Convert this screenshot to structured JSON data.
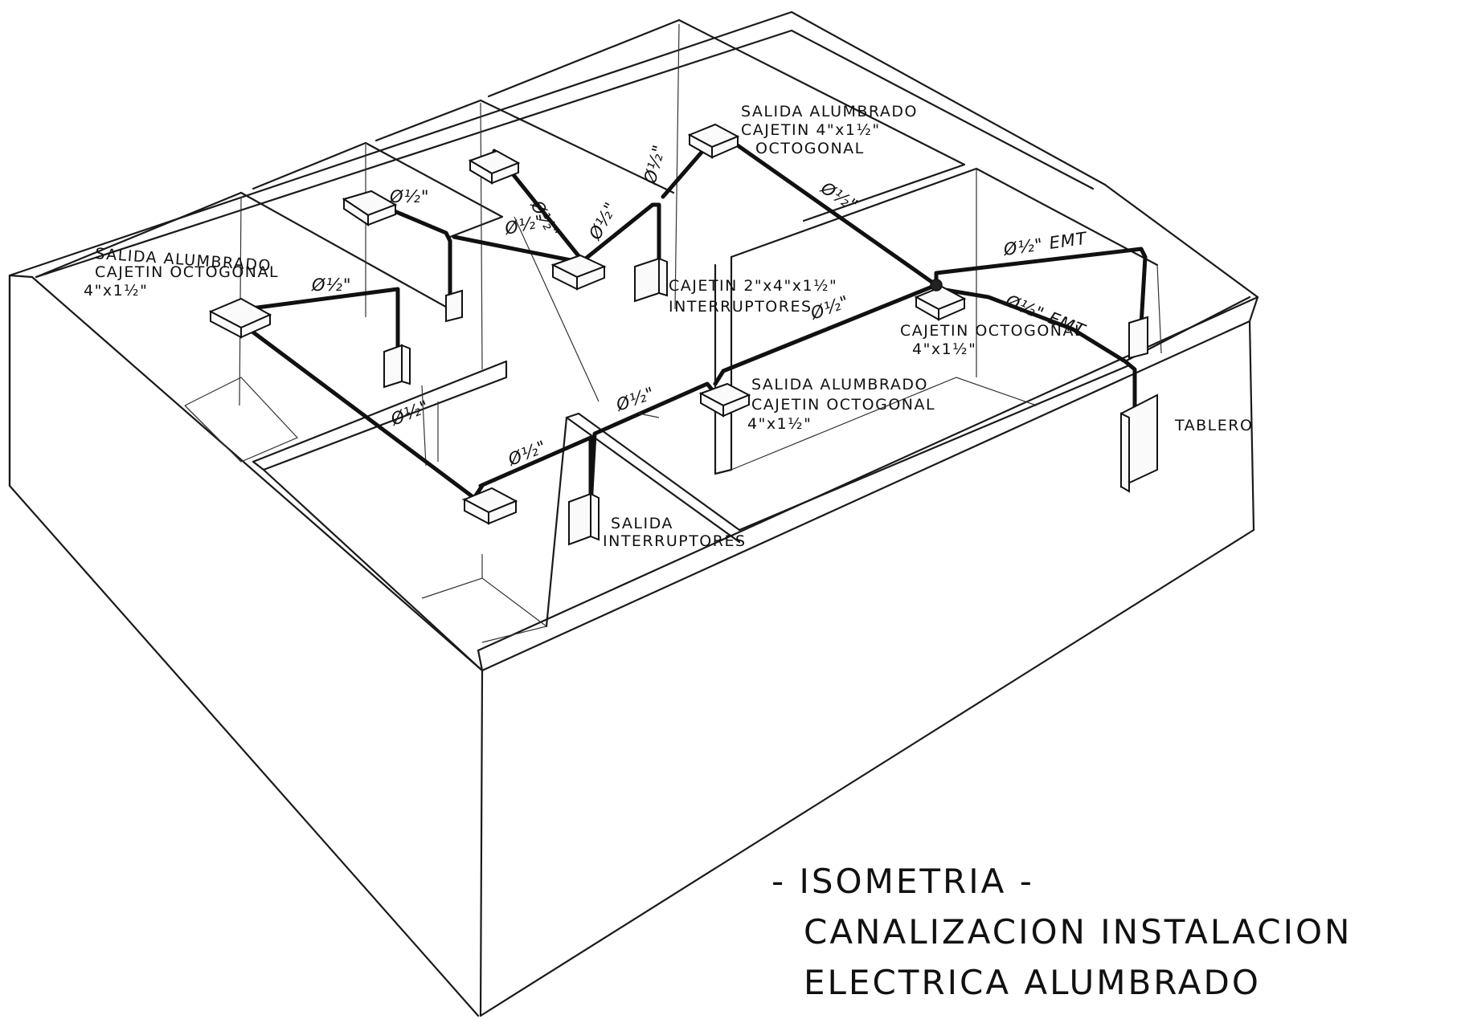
{
  "labels": {
    "salida_left_1": "SALIDA ALUMBRADO",
    "salida_left_2": "CAJETIN OCTOGONAL",
    "salida_left_3": "4\"x1½\"",
    "salida_top_1": "SALIDA ALUMBRADO",
    "salida_top_2": "CAJETIN 4\"x1½\"",
    "salida_top_3": "OCTOGONAL",
    "cajetin_int_1": "CAJETIN 2\"x4\"x1½\"",
    "cajetin_int_2": "INTERRUPTORES",
    "cajetin_oct_1": "CAJETIN OCTOGONAL",
    "cajetin_oct_2": "4\"x1½\"",
    "salida_mid_1": "SALIDA ALUMBRADO",
    "salida_mid_2": "CAJETIN OCTOGONAL",
    "salida_mid_3": "4\"x1½\"",
    "salida_int_1": "SALIDA",
    "salida_int_2": "INTERRUPTORES",
    "tablero": "TABLERO"
  },
  "pipe_sizes": {
    "d1": "Ø½\"",
    "d2": "Ø½\"",
    "d3": "Ø½\"",
    "d4": "Ø½\"",
    "d5": "Ø½\"",
    "d6": "Ø½\"",
    "d7": "Ø½\"",
    "d8": "Ø½\"",
    "d9": "Ø½\"",
    "d10": "Ø½\"",
    "d11": "Ø½\"",
    "emt1": "Ø½\" EMT",
    "emt2": "Ø½\" EMT"
  },
  "title": {
    "line1": "- ISOMETRIA -",
    "line2": "CANALIZACION  INSTALACION",
    "line3": "ELECTRICA  ALUMBRADO"
  }
}
